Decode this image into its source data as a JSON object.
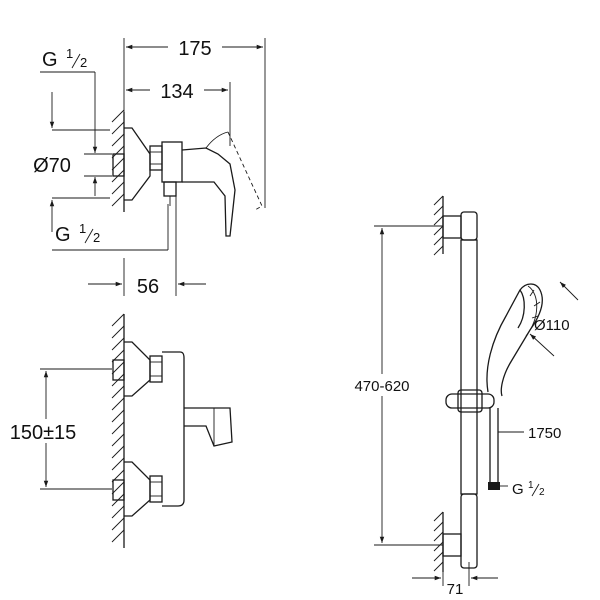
{
  "dims": {
    "d175": "175",
    "d134": "134",
    "dia70": "Ø70",
    "d56": "56",
    "d150": "150±15",
    "d470": "470-620",
    "dia110": "Ø110",
    "d1750": "1750",
    "d71": "71"
  },
  "threads": {
    "g_prefix": "G",
    "g_num": "1",
    "g_den": "2"
  }
}
